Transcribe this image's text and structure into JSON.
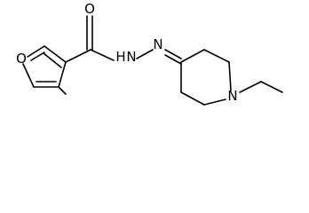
{
  "structure": {
    "atoms": {
      "carbonyl_oxygen": "O",
      "amide_nh": "H",
      "amide_n": "N",
      "hydrazone_n": "N",
      "furan_oxygen": "O",
      "piperidine_n": "N"
    }
  }
}
